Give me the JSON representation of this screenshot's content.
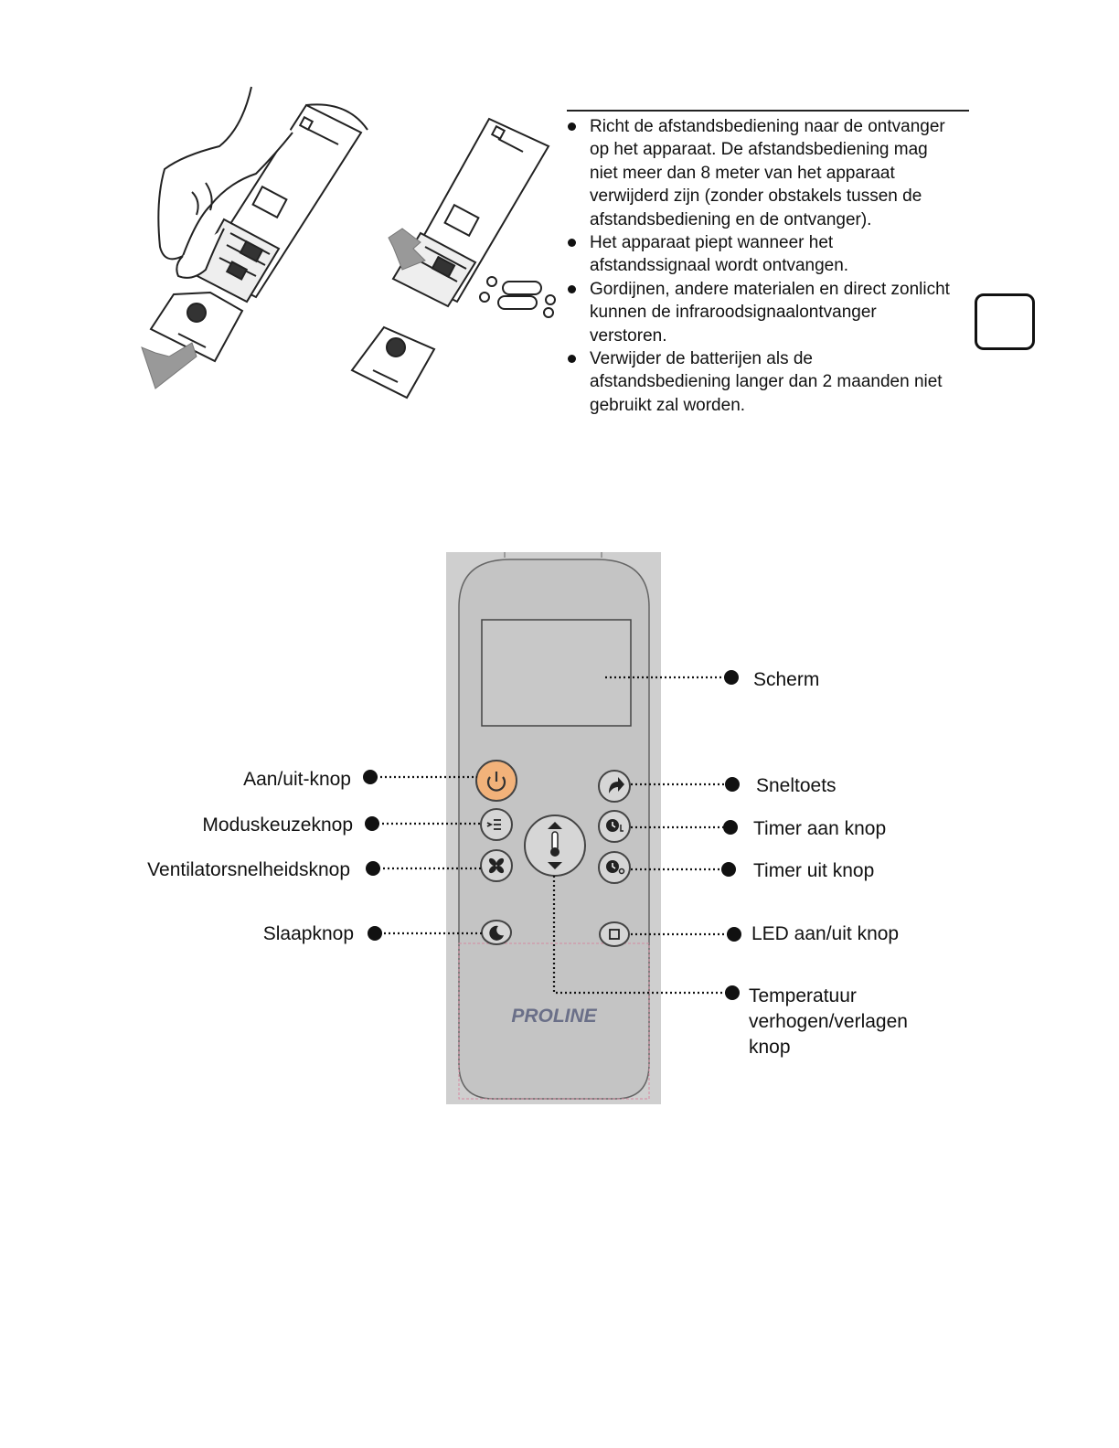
{
  "bullets": [
    "Richt de afstandsbediening naar de ontvanger op het apparaat. De afstandsbediening mag niet meer dan 8 meter van het apparaat verwijderd zijn (zonder obstakels tussen de afstandsbediening en de ontvanger).",
    "Het apparaat piept wanneer het afstandssignaal wordt ontvangen.",
    "Gordijnen, andere materialen en direct zonlicht kunnen de infraroodsignaalontvanger verstoren.",
    "Verwijder de batterijen als de afstandsbediening langer dan 2 maanden niet gebruikt zal worden."
  ],
  "language_box": "",
  "remote": {
    "brand": "PROLINE",
    "colors": {
      "body": "#c8c8c8",
      "frame": "#cfcfcf",
      "power_button": "#f2b27a",
      "outline": "#444444"
    }
  },
  "labels": {
    "screen": "Scherm",
    "power": "Aan/uit-knop",
    "mode": "Moduskeuzeknop",
    "fan": "Ventilatorsnelheidsknop",
    "sleep": "Slaapknop",
    "shortcut": "Sneltoets",
    "timer_on": "Timer aan knop",
    "timer_off": "Timer uit knop",
    "led": "LED aan/uit knop",
    "temp_line1": "Temperatuur",
    "temp_line2": "verhogen/verlagen",
    "temp_line3": "knop"
  },
  "icons": {
    "power": "power-icon",
    "mode": "mode-list-icon",
    "fan": "fan-icon",
    "sleep": "moon-icon",
    "shortcut": "shortcut-arrow-icon",
    "timer_on": "clock-on-icon",
    "timer_off": "clock-off-icon",
    "led": "square-icon",
    "temperature": "thermometer-icon"
  }
}
